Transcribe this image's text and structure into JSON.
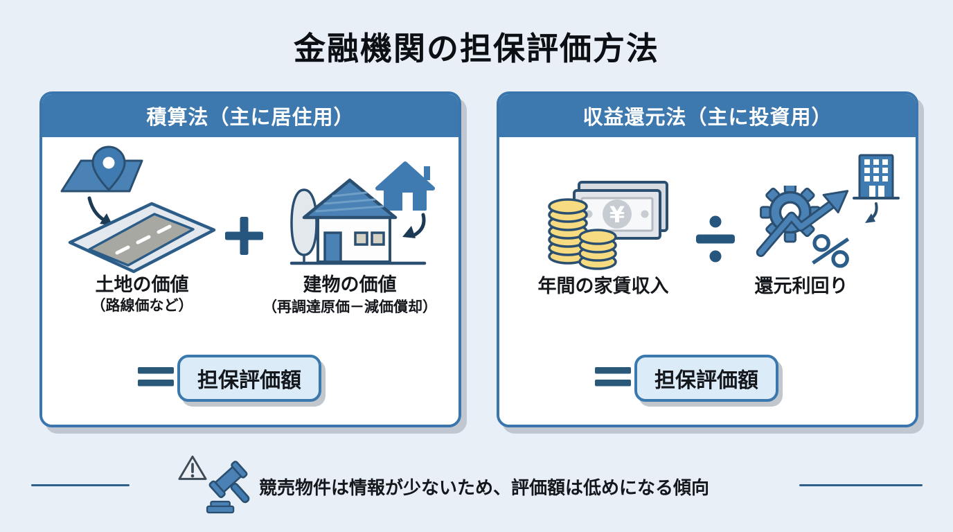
{
  "page": {
    "title": "金融機関の担保評価方法",
    "background_color": "#e9eff7"
  },
  "panels": [
    {
      "header": "積算法（主に居住用）",
      "operand1": {
        "label": "土地の価値",
        "sublabel": "（路線価など）",
        "icon": "map-pin-road-icon"
      },
      "operator": "＋",
      "operand2": {
        "label": "建物の価値",
        "sublabel": "（再調達原価－減価償却）",
        "icon": "house-tree-icon"
      },
      "equals_sign": "＝",
      "result_label": "担保評価額"
    },
    {
      "header": "収益還元法（主に投資用）",
      "operand1": {
        "label": "年間の家賃収入",
        "icon": "coins-banknote-icon",
        "currency_symbol": "¥"
      },
      "operator": "÷",
      "operand2": {
        "label": "還元利回り",
        "icon": "gear-growth-percent-icon",
        "secondary_icon": "building-icon"
      },
      "equals_sign": "＝",
      "result_label": "担保評価額"
    }
  ],
  "footnote": {
    "text": "競売物件は情報が少ないため、評価額は低めになる傾向",
    "icons": [
      "warning-triangle-icon",
      "gavel-icon"
    ]
  },
  "colors": {
    "panel_header_blue": "#3d79ae",
    "panel_border_blue": "#3a76ad",
    "operator_navy": "#26567d",
    "outline_navy": "#2b4f70",
    "icon_blue": "#4a82b5",
    "result_box_bg": "#dcebf8",
    "coin_yellow": "#f6db80",
    "shadow_gray": "#c6cbd1",
    "text_black": "#14171b"
  }
}
